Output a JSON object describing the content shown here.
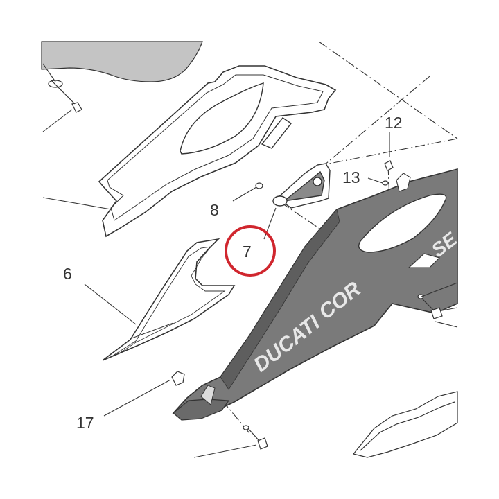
{
  "figure": {
    "type": "exploded-parts-diagram",
    "subject": "motorcycle fairing panel assembly",
    "colors": {
      "background": "#ffffff",
      "line": "#333333",
      "panel_fill": "#7a7a7a",
      "panel_dark": "#5e5e5e",
      "top_panel": "#c4c4c4",
      "highlight_ring": "#d0262e"
    }
  },
  "callouts": [
    {
      "id": "6",
      "label": "6"
    },
    {
      "id": "7",
      "label": "7",
      "highlighted": true
    },
    {
      "id": "8",
      "label": "8"
    },
    {
      "id": "12",
      "label": "12"
    },
    {
      "id": "13",
      "label": "13"
    },
    {
      "id": "17",
      "label": "17"
    }
  ],
  "panel_lettering": {
    "brand_bold": "DUCATI",
    "brand_light": "COR",
    "side_fragment": "SE"
  },
  "icons": [
    "screw-icon",
    "washer-icon",
    "rubber-grommet-icon",
    "bracket-icon"
  ]
}
